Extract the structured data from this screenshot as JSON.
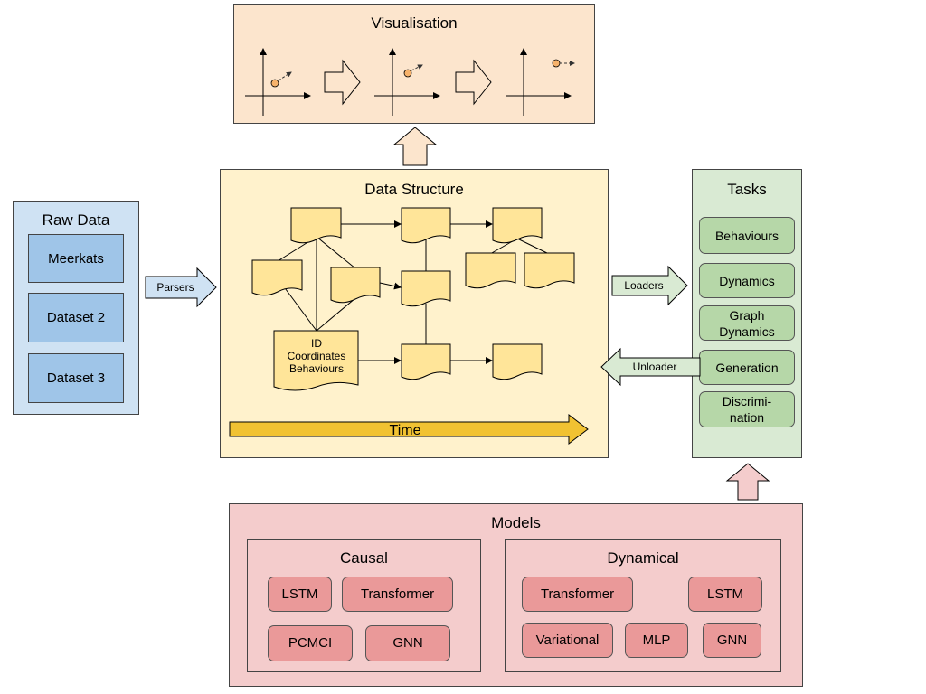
{
  "visualisation": {
    "title": "Visualisation"
  },
  "raw_data": {
    "title": "Raw Data",
    "items": [
      "Meerkats",
      "Dataset 2",
      "Dataset 3"
    ]
  },
  "arrows": {
    "parsers": "Parsers",
    "loaders": "Loaders",
    "unloader": "Unloader"
  },
  "data_structure": {
    "title": "Data Structure",
    "node_lines": [
      "ID",
      "Coordinates",
      "Behaviours"
    ],
    "time_label": "Time"
  },
  "tasks": {
    "title": "Tasks",
    "items": [
      {
        "lines": [
          "Behaviours"
        ]
      },
      {
        "lines": [
          "Dynamics"
        ]
      },
      {
        "lines": [
          "Graph",
          "Dynamics"
        ]
      },
      {
        "lines": [
          "Generation"
        ]
      },
      {
        "lines": [
          "Discrimi-",
          "nation"
        ]
      }
    ]
  },
  "models": {
    "title": "Models",
    "causal": {
      "title": "Causal",
      "items": [
        "LSTM",
        "Transformer",
        "PCMCI",
        "GNN"
      ]
    },
    "dynamical": {
      "title": "Dynamical",
      "items": [
        "Transformer",
        "LSTM",
        "Variational",
        "MLP",
        "GNN"
      ]
    }
  },
  "colors": {
    "visualisation_bg": "#fce5cd",
    "raw_data_bg": "#cfe2f3",
    "raw_data_item": "#9fc5e8",
    "data_structure_bg": "#fff2cc",
    "doc_fill": "#ffe599",
    "time_arrow": "#f1c232",
    "tasks_bg": "#d9ead3",
    "tasks_item": "#b6d7a8",
    "models_bg": "#f4cccc",
    "models_item": "#ea9999",
    "orange_marker": "#f6b26b"
  }
}
